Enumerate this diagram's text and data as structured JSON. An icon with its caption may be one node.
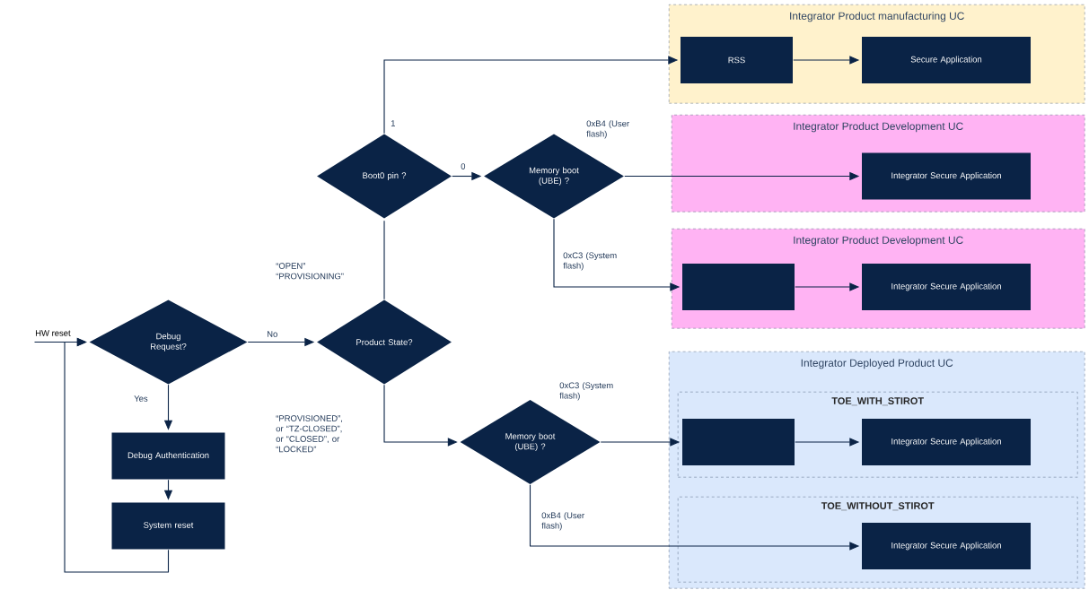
{
  "diagram": {
    "nodes": [
      {
        "text": [
          "HW reset"
        ]
      },
      {
        "text": [
          "Debug Request?"
        ]
      },
      {
        "text": [
          "Debug Authentication"
        ]
      },
      {
        "text": [
          "System reset"
        ]
      },
      {
        "text": [
          "Product State?"
        ]
      },
      {
        "text": [
          "Boot0 pin ?"
        ]
      },
      {
        "text": [
          "Memory boot (UBE) ?"
        ]
      },
      {
        "text": [
          "Memory boot (UBE) ?"
        ]
      },
      {
        "text": [
          "Integrator Product manufacturing UC"
        ]
      },
      {
        "text": [
          "RSS"
        ],
        "in": 8
      },
      {
        "text": [
          "Secure Application"
        ],
        "in": 8
      },
      {
        "text": [
          "Integrator Product Development UC"
        ]
      },
      {
        "text": [
          "Integrator Secure Application"
        ],
        "in": 11
      },
      {
        "text": [
          "Integrator Product Development UC"
        ]
      },
      {
        "text": [],
        "shape": "box",
        "in": 13
      },
      {
        "text": [
          "Integrator Secure Application"
        ],
        "in": 13
      },
      {
        "text": [
          "Integrator Deployed Product UC"
        ]
      },
      {
        "text": [
          "TOE_WITH_STIROT"
        ],
        "in": 16
      },
      {
        "text": [],
        "shape": "box",
        "in": 17
      },
      {
        "text": [
          "Integrator Secure Application"
        ],
        "in": 17
      },
      {
        "text": [
          "TOE_WITHOUT_STIROT"
        ],
        "in": 16
      },
      {
        "text": [
          "Integrator Secure Application"
        ],
        "in": 20
      }
    ],
    "edges": [
      {
        "from": 0,
        "to": 1,
        "arrow": "to"
      },
      {
        "from": 1,
        "to": 2,
        "arrow": "to",
        "label": "Yes"
      },
      {
        "from": 2,
        "to": 3,
        "arrow": "to"
      },
      {
        "from": 3,
        "to": 1,
        "arrow": "to"
      },
      {
        "from": 1,
        "to": 4,
        "arrow": "to",
        "label": "No"
      },
      {
        "from": 4,
        "to": 5,
        "arrow": "none",
        "label": "“OPEN” “PROVISIONING”"
      },
      {
        "from": 4,
        "to": 7,
        "arrow": "to",
        "label": "“PROVISIONED”, or “TZ-CLOSED”, or “CLOSED”, or “LOCKED”"
      },
      {
        "from": 5,
        "to": 9,
        "arrow": "to",
        "label": "1"
      },
      {
        "from": 9,
        "to": 10,
        "arrow": "to"
      },
      {
        "from": 5,
        "to": 6,
        "arrow": "to",
        "label": "0"
      },
      {
        "from": 6,
        "to": 12,
        "arrow": "to",
        "label": "0xB4 (User flash)"
      },
      {
        "from": 6,
        "to": 14,
        "arrow": "to",
        "label": "0xC3 (System flash)"
      },
      {
        "from": 14,
        "to": 15,
        "arrow": "to"
      },
      {
        "from": 7,
        "to": 18,
        "arrow": "to",
        "label": "0xC3 (System flash)"
      },
      {
        "from": 18,
        "to": 19,
        "arrow": "to"
      },
      {
        "from": 7,
        "to": 21,
        "arrow": "to",
        "label": "0xB4 (User flash)"
      }
    ]
  }
}
